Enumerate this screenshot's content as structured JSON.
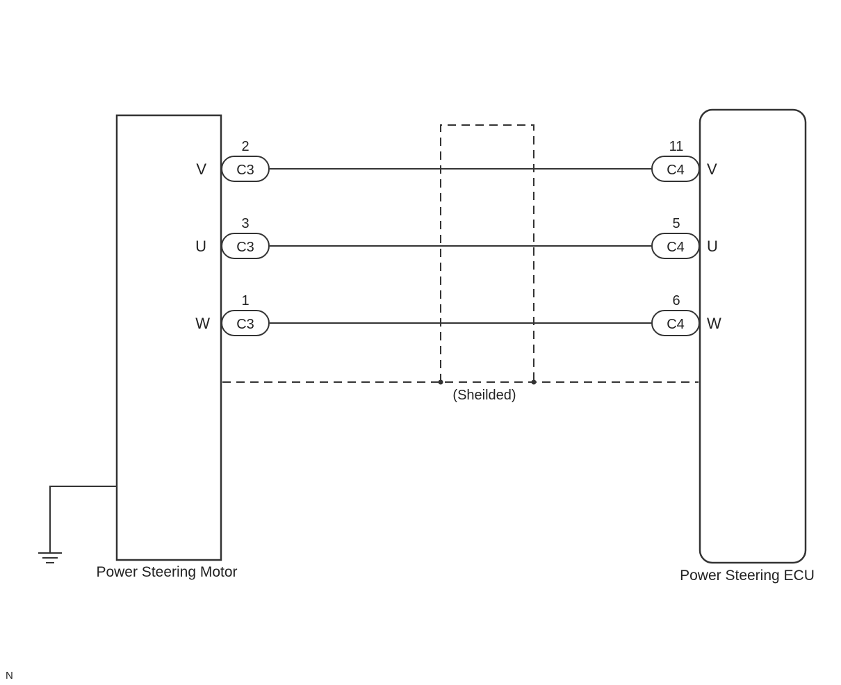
{
  "motor": {
    "name": "Power Steering Motor",
    "connector": "C3",
    "pins": [
      {
        "signal": "V",
        "pin": "2"
      },
      {
        "signal": "U",
        "pin": "3"
      },
      {
        "signal": "W",
        "pin": "1"
      }
    ]
  },
  "ecu": {
    "name": "Power Steering ECU",
    "connector": "C4",
    "pins": [
      {
        "signal": "V",
        "pin": "11"
      },
      {
        "signal": "U",
        "pin": "5"
      },
      {
        "signal": "W",
        "pin": "6"
      }
    ]
  },
  "shield": {
    "label": "(Sheilded)"
  },
  "ground": {
    "icon": "ground-icon"
  },
  "corner_mark": "N"
}
